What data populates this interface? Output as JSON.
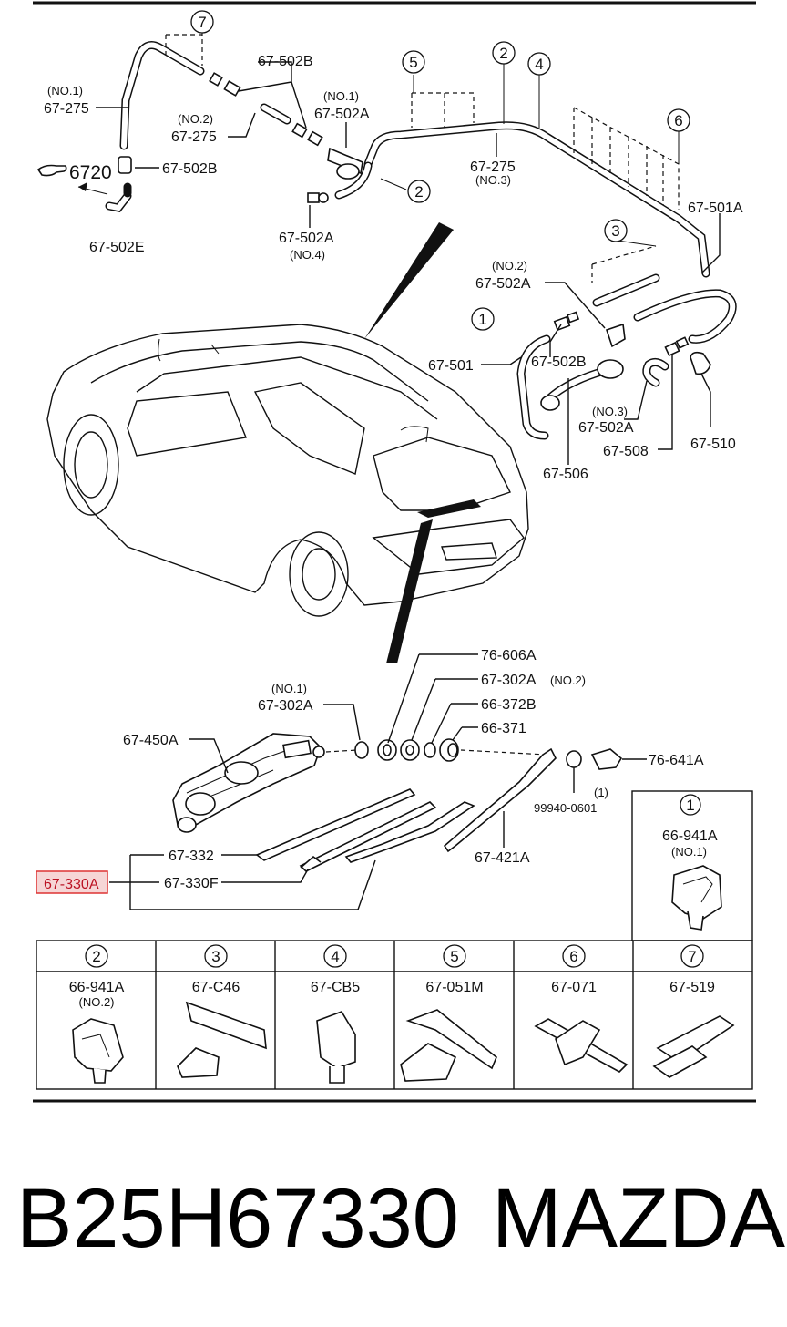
{
  "labels": {
    "no1_67_275_a": "(NO.1)",
    "no1_67_275_b": "67-275",
    "p67_502B_top": "67-502B",
    "no2_67_275_a": "(NO.2)",
    "no2_67_275_b": "67-275",
    "no1_67_502A_a": "(NO.1)",
    "no1_67_502A_b": "67-502A",
    "ref_6720": "6720",
    "p67_502B_left": "67-502B",
    "p67_502E": "67-502E",
    "no4_67_502A_a": "67-502A",
    "no4_67_502A_b": "(NO.4)",
    "no3_67_275_a": "67-275",
    "no3_67_275_b": "(NO.3)",
    "p67_501A": "67-501A",
    "no2_67_502A_a": "(NO.2)",
    "no2_67_502A_b": "67-502A",
    "p67_501": "67-501",
    "p67_502B_mid": "67-502B",
    "no3_67_502A_a": "(NO.3)",
    "no3_67_502A_b": "67-502A",
    "p67_508": "67-508",
    "p67_510": "67-510",
    "p67_506": "67-506",
    "p76_606A": "76-606A",
    "p67_302A_no2": "67-302A",
    "p67_302A_no2_tag": "(NO.2)",
    "p66_372B": "66-372B",
    "p66_371": "66-371",
    "no1_67_302A_a": "(NO.1)",
    "no1_67_302A_b": "67-302A",
    "p67_450A": "67-450A",
    "p76_641A": "76-641A",
    "p99940_a": "(1)",
    "p99940_b": "99940-0601",
    "p67_421A": "67-421A",
    "p67_332": "67-332",
    "p67_330A": "67-330A",
    "p67_330F": "67-330F"
  },
  "callouts": {
    "c1": "1",
    "c2": "2",
    "c3": "3",
    "c4": "4",
    "c5": "5",
    "c6": "6",
    "c7": "7"
  },
  "inset": {
    "label": "66-941A",
    "tag": "(NO.1)",
    "num": "1"
  },
  "table": {
    "cells": [
      {
        "num": "2",
        "part": "66-941A",
        "tag": "(NO.2)"
      },
      {
        "num": "3",
        "part": "67-C46",
        "tag": ""
      },
      {
        "num": "4",
        "part": "67-CB5",
        "tag": ""
      },
      {
        "num": "5",
        "part": "67-051M",
        "tag": ""
      },
      {
        "num": "6",
        "part": "67-071",
        "tag": ""
      },
      {
        "num": "7",
        "part": "67-519",
        "tag": ""
      }
    ]
  },
  "footer": {
    "part_number": "B25H67330",
    "brand": "MAZDA"
  },
  "colors": {
    "highlight_fill": "#f6d6d6",
    "highlight_stroke": "#dd3333",
    "ink": "#111111"
  }
}
